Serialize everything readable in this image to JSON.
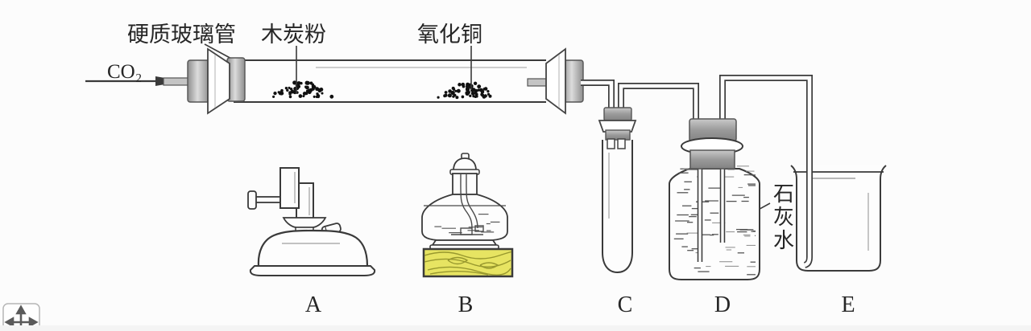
{
  "labels": {
    "glass_tube": "硬质玻璃管",
    "charcoal": "木炭粉",
    "copper_oxide": "氧化铜",
    "gas_in": "CO₂",
    "limewater": "石灰水",
    "limewater_chars": [
      "石",
      "灰",
      "水"
    ]
  },
  "apparatus_letters": [
    "A",
    "B",
    "C",
    "D",
    "E"
  ],
  "colors": {
    "line": "#3a3a3a",
    "stopper_gray": "#a9a9a9",
    "wood_fill": "#e7e462",
    "wood_grain": "#98982e",
    "powder_dots": "#111111",
    "background": "#fcfcfc"
  }
}
